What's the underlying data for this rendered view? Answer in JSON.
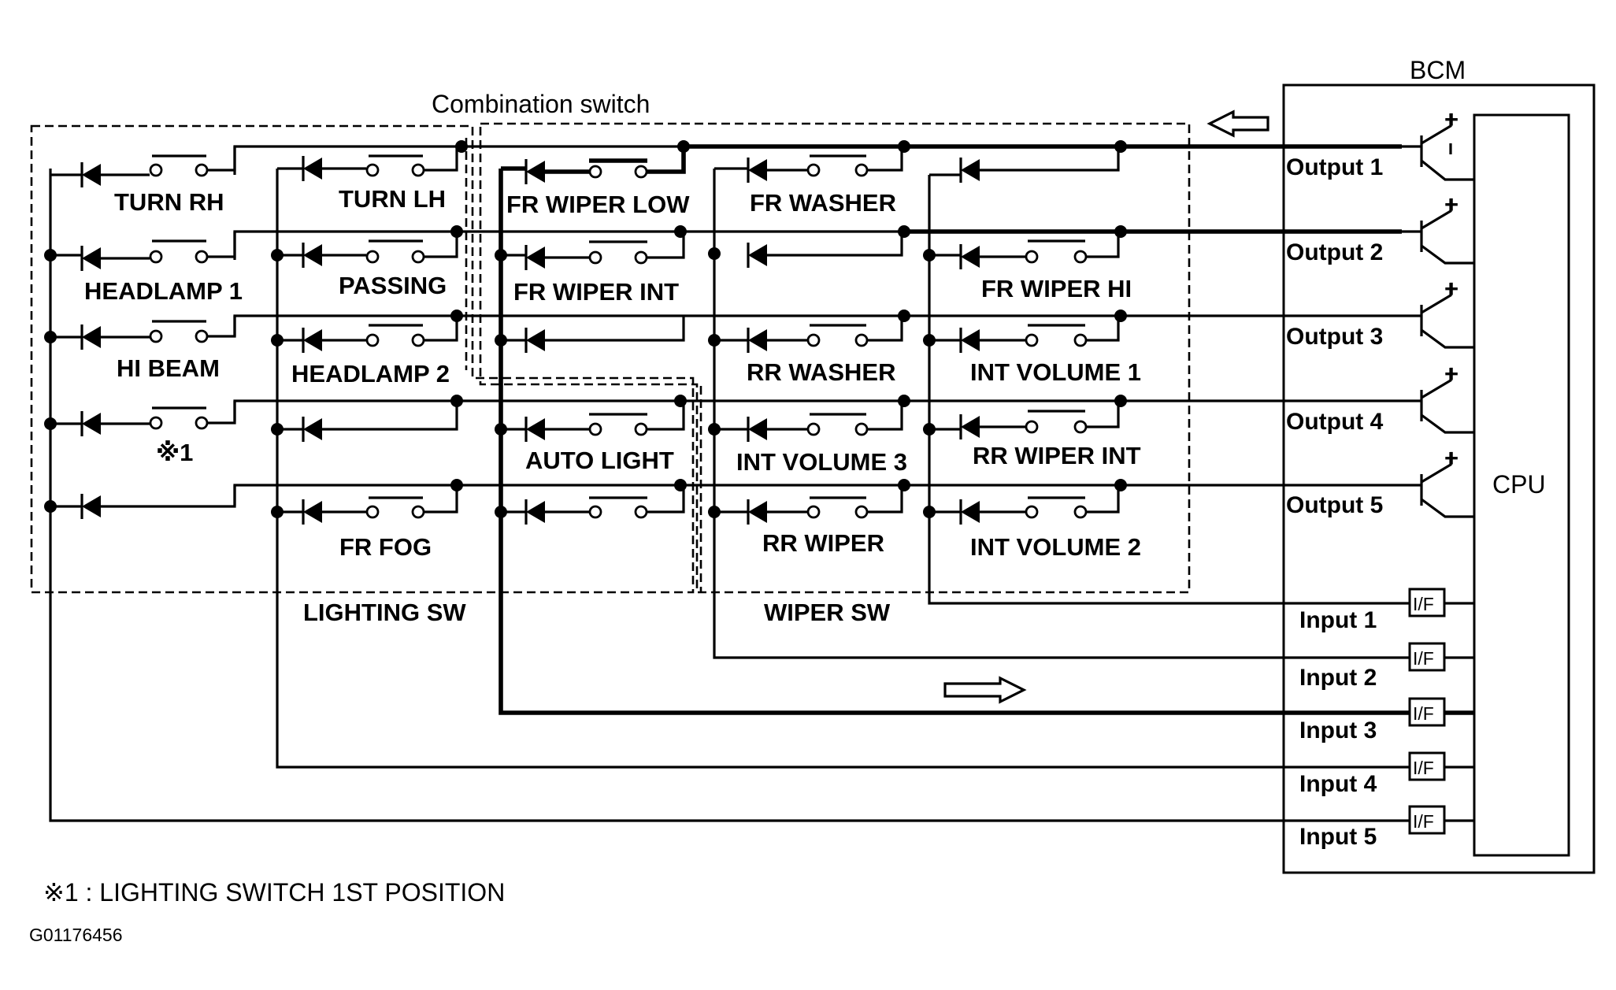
{
  "title": "Combination switch",
  "bcm_label": "BCM",
  "cpu_label": "CPU",
  "sections": {
    "lighting_sw": "LIGHTING SW",
    "wiper_sw": "WIPER SW"
  },
  "switches": {
    "turn_rh": "TURN RH",
    "turn_lh": "TURN LH",
    "fr_wiper_low": "FR WIPER LOW",
    "fr_washer": "FR WASHER",
    "headlamp_1": "HEADLAMP 1",
    "passing": "PASSING",
    "fr_wiper_int": "FR WIPER INT",
    "fr_wiper_hi": "FR WIPER HI",
    "hi_beam": "HI BEAM",
    "headlamp_2": "HEADLAMP 2",
    "rr_washer": "RR WASHER",
    "int_volume_1": "INT VOLUME 1",
    "note_mark": "※1",
    "auto_light": "AUTO LIGHT",
    "int_volume_3": "INT VOLUME 3",
    "rr_wiper_int": "RR WIPER INT",
    "fr_fog": "FR FOG",
    "rr_wiper": "RR WIPER",
    "int_volume_2": "INT VOLUME 2"
  },
  "outputs": [
    "Output 1",
    "Output 2",
    "Output 3",
    "Output 4",
    "Output 5"
  ],
  "inputs": [
    "Input 1",
    "Input 2",
    "Input 3",
    "Input 4",
    "Input 5"
  ],
  "interface_label": "I/F",
  "transistor_plus": "+",
  "footnote": "※1 : LIGHTING SWITCH 1ST POSITION",
  "figure_code": "G01176456"
}
